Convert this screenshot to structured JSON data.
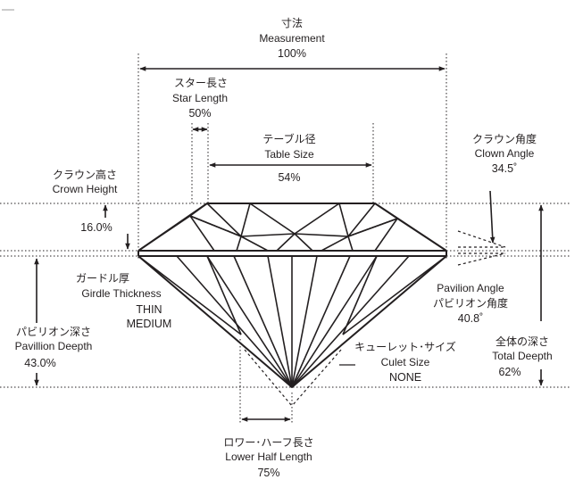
{
  "labels": {
    "measurement": {
      "jp": "寸法",
      "en": "Measurement",
      "value": "100%"
    },
    "star_length": {
      "jp": "スター長さ",
      "en": "Star Length",
      "value": "50%"
    },
    "table_size": {
      "jp": "テーブル径",
      "en": "Table Size",
      "value": "54%"
    },
    "crown_angle": {
      "jp": "クラウン角度",
      "en": "Clown Angle",
      "value": "34.5˚"
    },
    "crown_height": {
      "jp": "クラウン高さ",
      "en": "Crown Height",
      "value": "16.0%"
    },
    "girdle_thickness": {
      "jp": "ガードル厚",
      "en": "Girdle Thickness",
      "value_line1": "THIN",
      "value_line2": "MEDIUM"
    },
    "pavilion_angle": {
      "en": "Pavilion Angle",
      "jp": "パビリオン角度",
      "value": "40.8˚"
    },
    "pavilion_depth": {
      "jp": "パビリオン深さ",
      "en": "Pavillion Deepth",
      "value": "43.0%"
    },
    "culet_size": {
      "jp": "キューレット･サイズ",
      "en": "Culet Size",
      "value": "NONE"
    },
    "total_depth": {
      "jp": "全体の深さ",
      "en": "Total Deepth",
      "value": "62%"
    },
    "lower_half_length": {
      "jp": "ロワー･ハーフ長さ",
      "en": "Lower Half Length",
      "value": "75%"
    }
  },
  "colors": {
    "ink": "#231f20",
    "background": "#ffffff"
  }
}
